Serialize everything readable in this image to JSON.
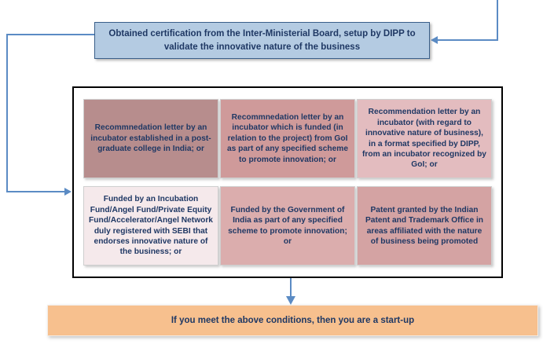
{
  "diagram": {
    "title_box": {
      "label": "Obtained certification from the Inter-Ministerial Board, setup by DIPP to validate the innovative nature of the business",
      "fill_color": "#b4cbe2",
      "border_color": "#3a5f8a",
      "text_color": "#1f3864"
    },
    "conditions": {
      "row1": [
        {
          "label": "Recommnedation letter by an incubator established in a post-graduate college in India; or",
          "fill_color": "#b78d8d"
        },
        {
          "label": "Recommnedation letter by an incubator which is funded (in relation to the project) from GoI as part of any specified scheme to promote innovation; or",
          "fill_color": "#cf9a9a"
        },
        {
          "label": "Recommendation letter by an incubator (with regard to innovative nature of business), in a format specified by DIPP, from an incubator recognized by GoI; or",
          "fill_color": "#e3bcbf"
        }
      ],
      "row2": [
        {
          "label": "Funded by an Incubation Fund/Angel Fund/Private Equity Fund/Accelerator/Angel Network duly registered with SEBI that endorses innovative nature of the business; or",
          "fill_color": "#f5e9eb"
        },
        {
          "label": "Funded by the Government of India as part of any specified scheme to promote innovation; or",
          "fill_color": "#dbadad"
        },
        {
          "label": "Patent granted by the Indian Patent and Trademark Office in areas affiliated with the nature of business being promoted",
          "fill_color": "#d4a3a3"
        }
      ],
      "container_border_color": "#000000"
    },
    "result_box": {
      "label": "If you meet the above conditions, then you are a start-up",
      "fill_color": "#f7c08e",
      "text_color": "#1f3864"
    },
    "connector_color": "#5b8bc4"
  }
}
